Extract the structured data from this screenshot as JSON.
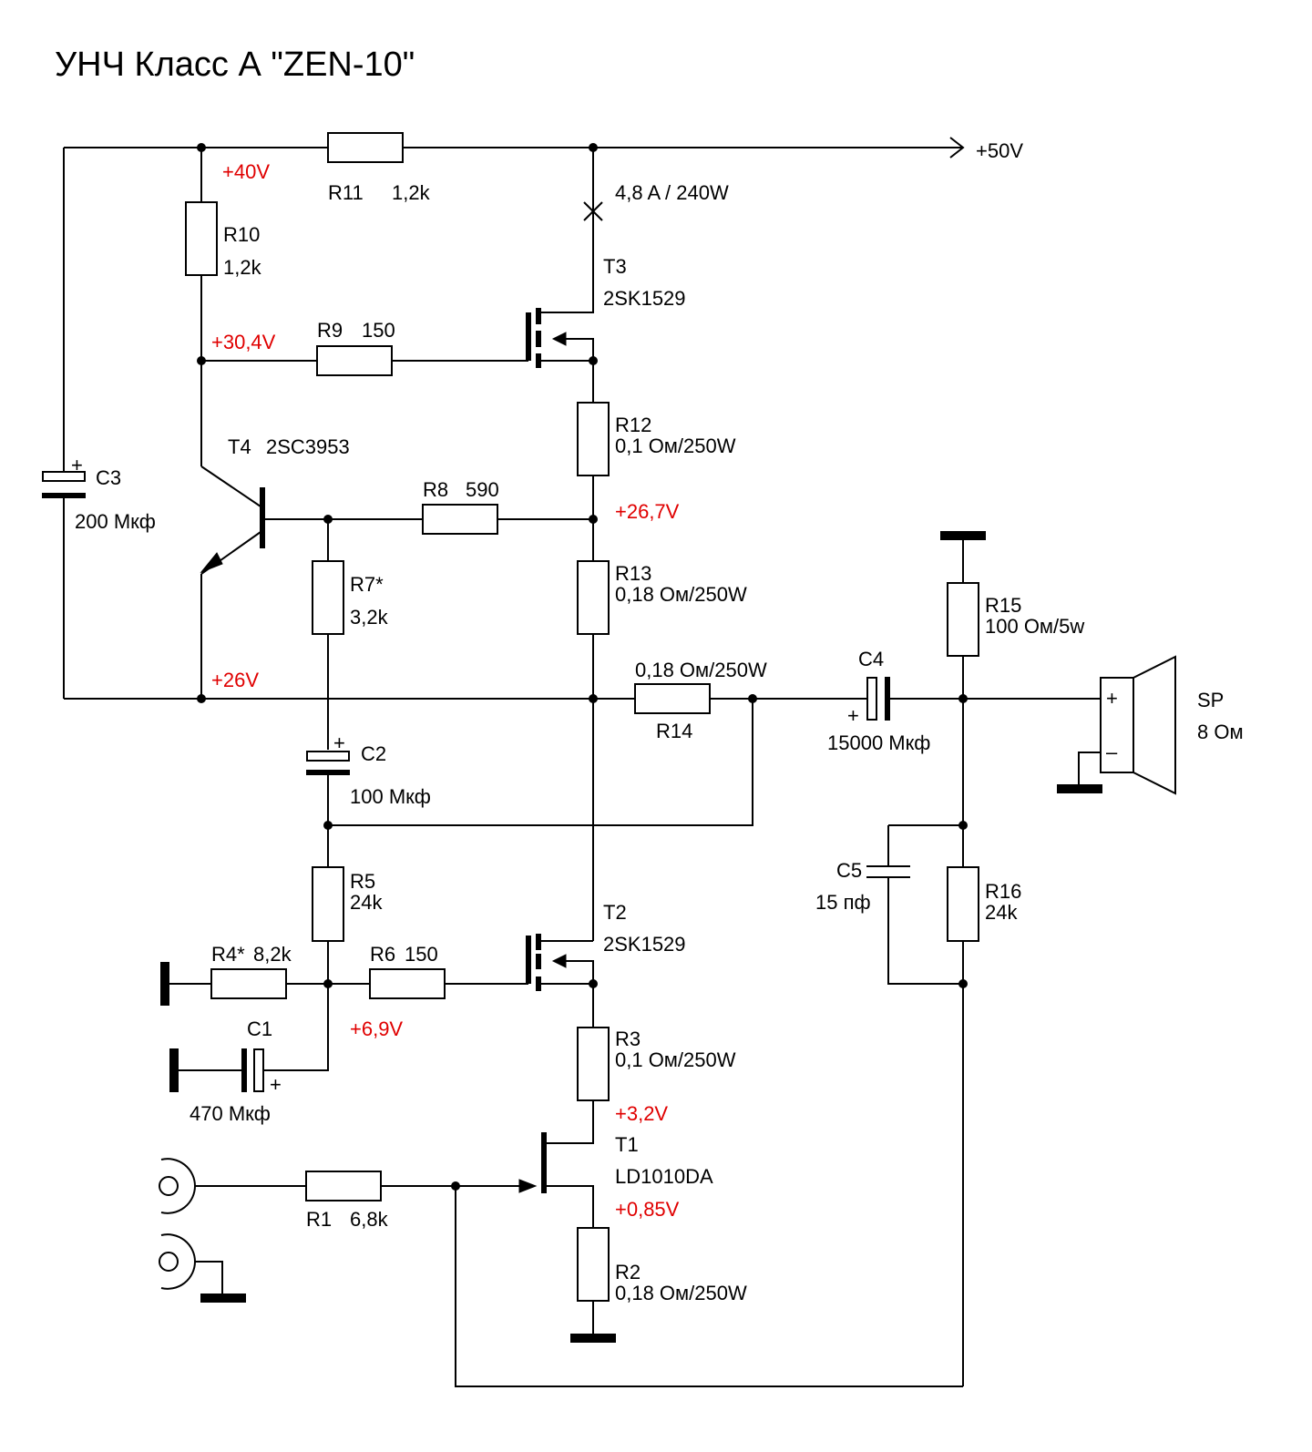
{
  "title": "УНЧ Класс А \"ZEN-10\"",
  "supply": "+50V",
  "current_note": "4,8 A / 240W",
  "voltages": {
    "v40": "+40V",
    "v30_4": "+30,4V",
    "v26_7": "+26,7V",
    "v26": "+26V",
    "v6_9": "+6,9V",
    "v3_2": "+3,2V",
    "v0_85": "+0,85V"
  },
  "components": {
    "R11": {
      "ref": "R11",
      "value": "1,2k"
    },
    "R10": {
      "ref": "R10",
      "value": "1,2k"
    },
    "R9": {
      "ref": "R9",
      "value": "150"
    },
    "R12": {
      "ref": "R12",
      "value": "0,1 Ом/250W"
    },
    "R8": {
      "ref": "R8",
      "value": "590"
    },
    "R13": {
      "ref": "R13",
      "value": "0,18 Ом/250W"
    },
    "R7": {
      "ref": "R7*",
      "value": "3,2k"
    },
    "R14": {
      "ref": "R14",
      "value": "0,18 Ом/250W"
    },
    "R15": {
      "ref": "R15",
      "value": "100 Ом/5w"
    },
    "R16": {
      "ref": "R16",
      "value": "24k"
    },
    "R5": {
      "ref": "R5",
      "value": "24k"
    },
    "R4": {
      "ref": "R4*",
      "value": "8,2k"
    },
    "R6": {
      "ref": "R6",
      "value": "150"
    },
    "R3": {
      "ref": "R3",
      "value": "0,1 Ом/250W"
    },
    "R2": {
      "ref": "R2",
      "value": "0,18 Ом/250W"
    },
    "R1": {
      "ref": "R1",
      "value": "6,8k"
    },
    "C3": {
      "ref": "C3",
      "value": "200 Мкф"
    },
    "C4": {
      "ref": "C4",
      "value": "15000 Мкф"
    },
    "C2": {
      "ref": "C2",
      "value": "100 Мкф"
    },
    "C5": {
      "ref": "C5",
      "value": "15 пф"
    },
    "C1": {
      "ref": "C1",
      "value": "470 Мкф"
    },
    "T3": {
      "ref": "T3",
      "part": "2SK1529"
    },
    "T2": {
      "ref": "T2",
      "part": "2SK1529"
    },
    "T4": {
      "ref": "T4",
      "part": "2SC3953"
    },
    "T1": {
      "ref": "T1",
      "part": "LD1010DA"
    },
    "SP": {
      "ref": "SP",
      "value": "8 Ом"
    }
  },
  "signs": {
    "plus": "+",
    "minus": "–"
  }
}
